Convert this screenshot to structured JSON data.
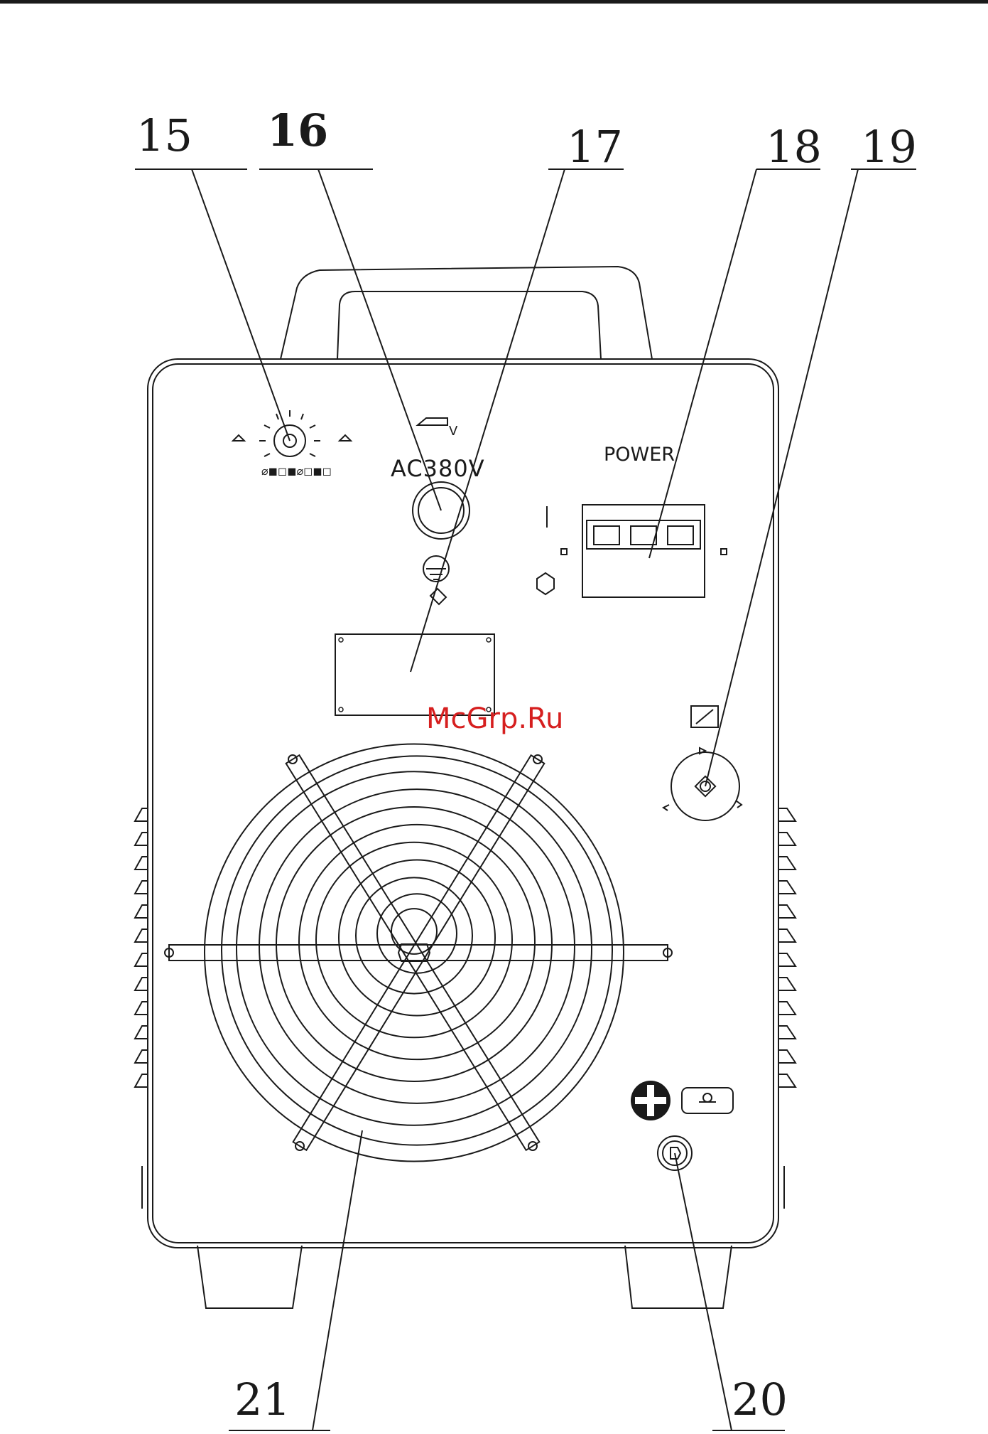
{
  "callouts": {
    "c15": "15",
    "c16": "16",
    "c17": "17",
    "c18": "18",
    "c19": "19",
    "c20": "20",
    "c21": "21"
  },
  "panel": {
    "voltage_label": "AC380V",
    "power_label": "POWER"
  },
  "watermark": "McGrp.Ru",
  "colors": {
    "line": "#1a1a1a",
    "watermark": "#d61f1f",
    "background": "#ffffff"
  }
}
